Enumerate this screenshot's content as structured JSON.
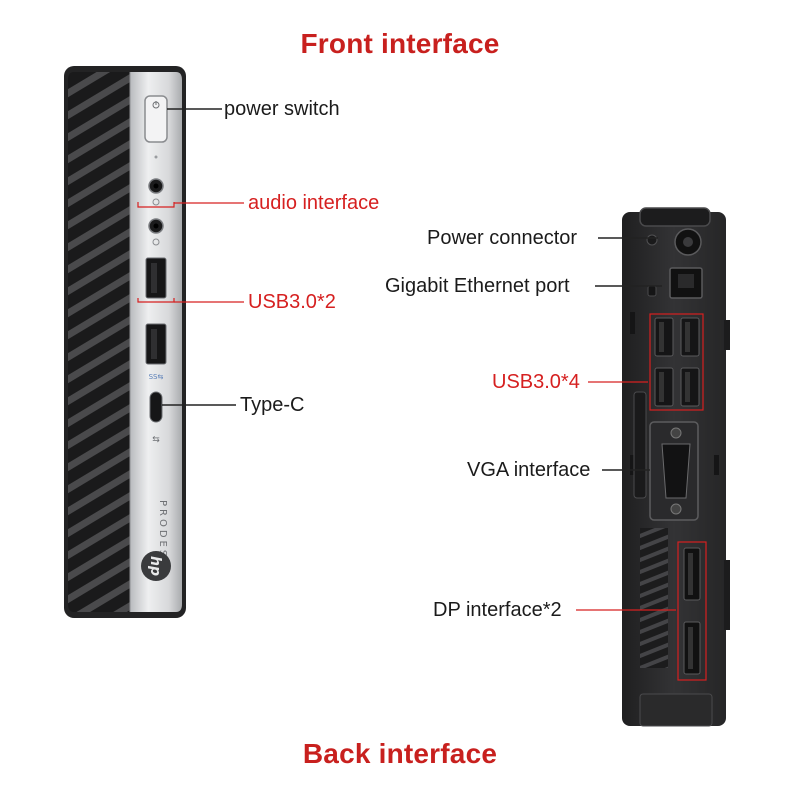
{
  "titles": {
    "front": "Front interface",
    "back": "Back interface"
  },
  "front_labels": {
    "power_switch": "power switch",
    "audio": "audio interface",
    "usb": "USB3.0*2",
    "typec": "Type-C"
  },
  "back_labels": {
    "power_connector": "Power connector",
    "ethernet": "Gigabit Ethernet port",
    "usb": "USB3.0*4",
    "vga": "VGA interface",
    "dp": "DP interface*2"
  },
  "device": {
    "brand_text": "PRODESK",
    "logo_text": "hp"
  },
  "colors": {
    "accent_red": "#d62020",
    "title_red": "#c8201e",
    "chassis": "#2b2b2c",
    "silver": "#d9dadc"
  }
}
